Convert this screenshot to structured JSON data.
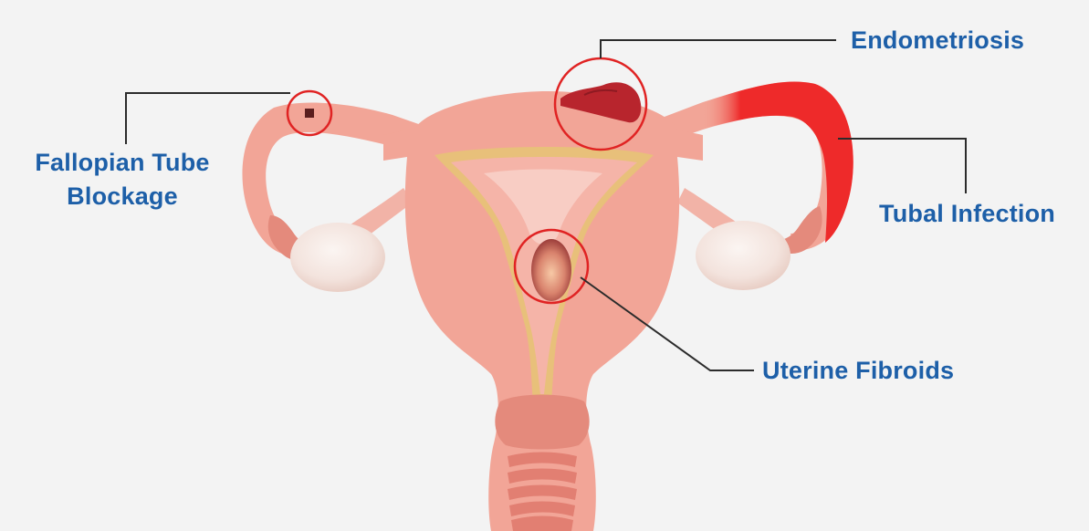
{
  "labels": {
    "fallopian_line1": "Fallopian Tube",
    "fallopian_line2": "Blockage",
    "endometriosis": "Endometriosis",
    "tubal_infection": "Tubal Infection",
    "uterine_fibroids": "Uterine Fibroids"
  },
  "colors": {
    "background": "#f3f3f3",
    "label_text": "#1d5fa8",
    "tissue": "#f2a597",
    "tissue_dark": "#e48a7c",
    "lining": "#e8c07a",
    "highlight_circle": "#e02323",
    "leader_line": "#2b2b2b",
    "infection": "#ee2a2a",
    "ovary": "#f6ece8"
  }
}
